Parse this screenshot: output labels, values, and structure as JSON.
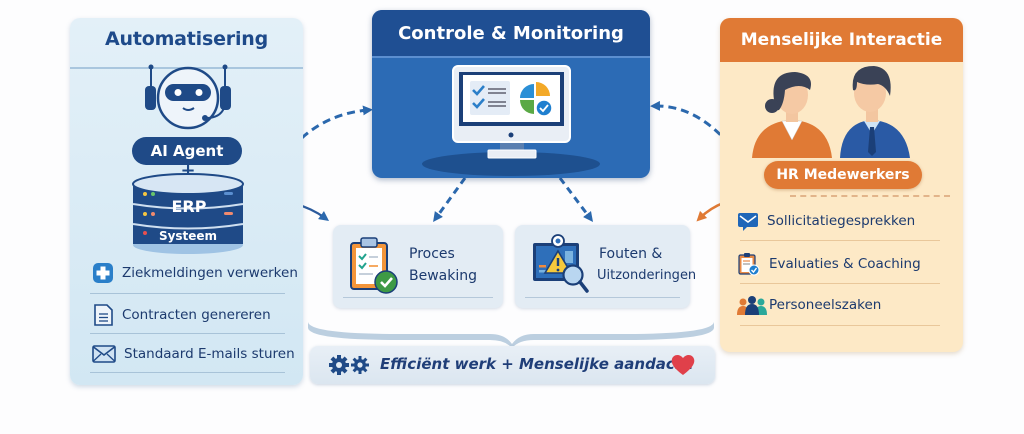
{
  "panels": {
    "automation": {
      "title": "Automatisering",
      "agent_label": "AI Agent",
      "plus": "+",
      "erp_label": "ERP",
      "erp_sub": "Systeem",
      "items": [
        {
          "icon": "medical-cross-icon",
          "label": "Ziekmeldingen verwerken"
        },
        {
          "icon": "document-icon",
          "label": "Contracten genereren"
        },
        {
          "icon": "envelope-icon",
          "label": "Standaard E-mails sturen"
        }
      ]
    },
    "monitoring": {
      "title": "Controle & Monitoring",
      "cards": [
        {
          "icon": "clipboard-check-icon",
          "line1": "Proces",
          "line2": "Bewaking"
        },
        {
          "icon": "warning-magnifier-icon",
          "line1": "Fouten &",
          "line2": "Uitzonderingen"
        }
      ]
    },
    "human": {
      "title": "Menselijke Interactie",
      "staff_label": "HR Medewerkers",
      "items": [
        {
          "icon": "chat-envelope-icon",
          "label": "Sollicitatiegesprekken"
        },
        {
          "icon": "clipboard-evaluation-icon",
          "label": "Evaluaties & Coaching"
        },
        {
          "icon": "people-group-icon",
          "label": "Personeelszaken"
        }
      ]
    }
  },
  "banner": {
    "text": "Efficiënt werk + Menselijke aandacht",
    "icon_left": "gears-icon",
    "icon_right": "heart-icon"
  },
  "colors": {
    "primary_blue": "#1f4a87",
    "mid_blue": "#2c6bb5",
    "orange": "#e07a35",
    "light_blue_bg": "#dcebf5",
    "cream_bg": "#fde9c6",
    "heart_red": "#e0404a"
  }
}
